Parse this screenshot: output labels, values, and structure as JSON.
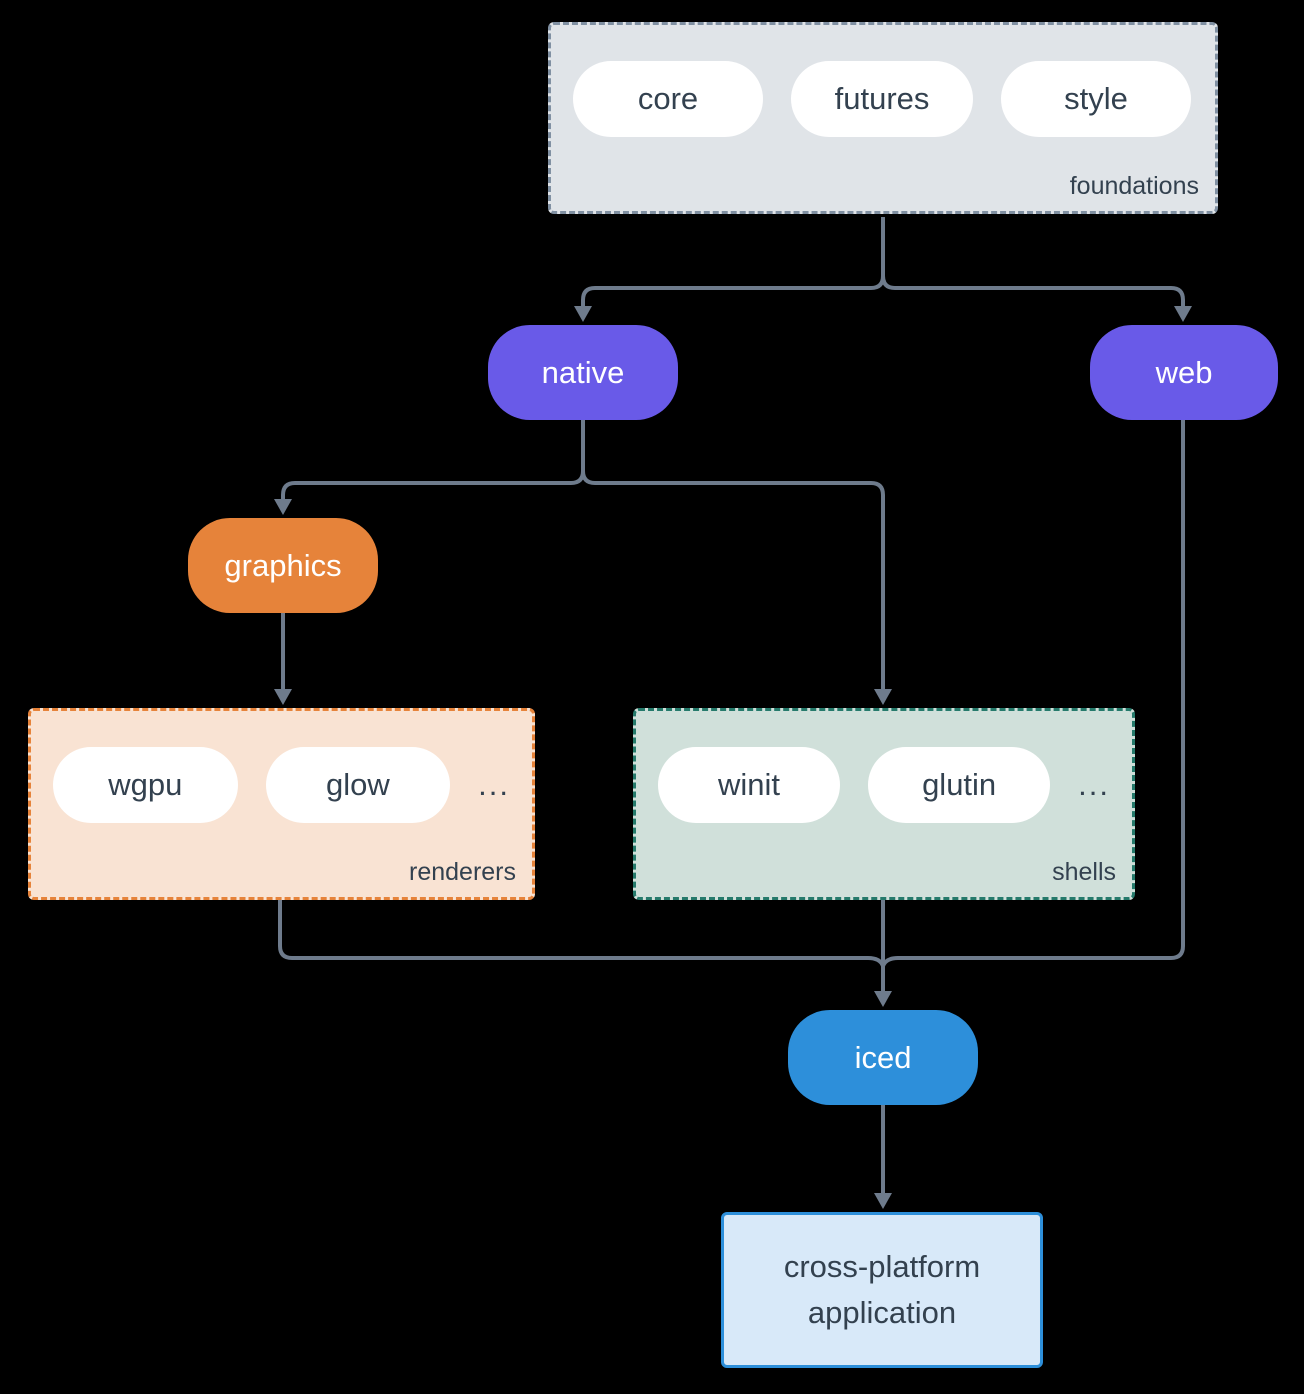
{
  "colors": {
    "background": "#000000",
    "arrow": "#6e7b8c",
    "text_dark": "#33414f",
    "pill_white": "#ffffff",
    "purple": "#695ae8",
    "orange": "#e6833a",
    "blue": "#2d8fda",
    "foundations_bg": "#e0e4e8",
    "foundations_border": "#8090a2",
    "renderers_bg": "#f9e3d3",
    "renderers_border": "#e6833a",
    "shells_bg": "#d0e0da",
    "shells_border": "#257a6b",
    "app_bg": "#d8e9f9",
    "app_border": "#2d8fda"
  },
  "groups": {
    "foundations": {
      "label": "foundations",
      "pills": [
        "core",
        "futures",
        "style"
      ]
    },
    "renderers": {
      "label": "renderers",
      "pills": [
        "wgpu",
        "glow"
      ],
      "ellipsis": "..."
    },
    "shells": {
      "label": "shells",
      "pills": [
        "winit",
        "glutin"
      ],
      "ellipsis": "..."
    }
  },
  "nodes": {
    "native": {
      "label": "native"
    },
    "web": {
      "label": "web"
    },
    "graphics": {
      "label": "graphics"
    },
    "iced": {
      "label": "iced"
    },
    "application": {
      "line1": "cross-platform",
      "line2": "application"
    }
  }
}
